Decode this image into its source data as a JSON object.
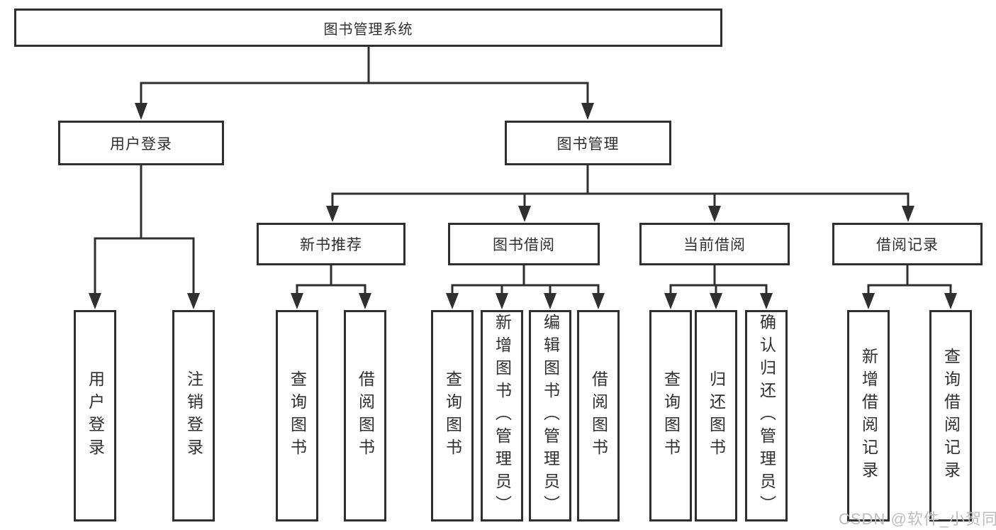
{
  "diagram": {
    "root": {
      "label": "图书管理系统"
    },
    "level2": {
      "user_login": {
        "label": "用户登录"
      },
      "book_mgmt": {
        "label": "图书管理"
      }
    },
    "level3": {
      "new_book": {
        "label": "新书推荐"
      },
      "book_borrow": {
        "label": "图书借阅"
      },
      "current_borrow": {
        "label": "当前借阅"
      },
      "borrow_records": {
        "label": "借阅记录"
      }
    },
    "leaves": {
      "user_login": [
        "用户登录",
        "注销登录"
      ],
      "new_book": [
        "查询图书",
        "借阅图书"
      ],
      "book_borrow": [
        "查询图书",
        "新增图书（管理员）",
        "编辑图书（管理员）",
        "借阅图书"
      ],
      "current_borrow": [
        "查询图书",
        "归还图书",
        "确认归还（管理员）"
      ],
      "borrow_records": [
        "新增借阅记录",
        "查询借阅记录"
      ]
    }
  },
  "watermark": "CSDN @软件_小贺同学",
  "colors": {
    "line": "#2f2f2f",
    "text": "#2f2f2f",
    "watermark": "#bdbdbd",
    "background": "#ffffff"
  }
}
